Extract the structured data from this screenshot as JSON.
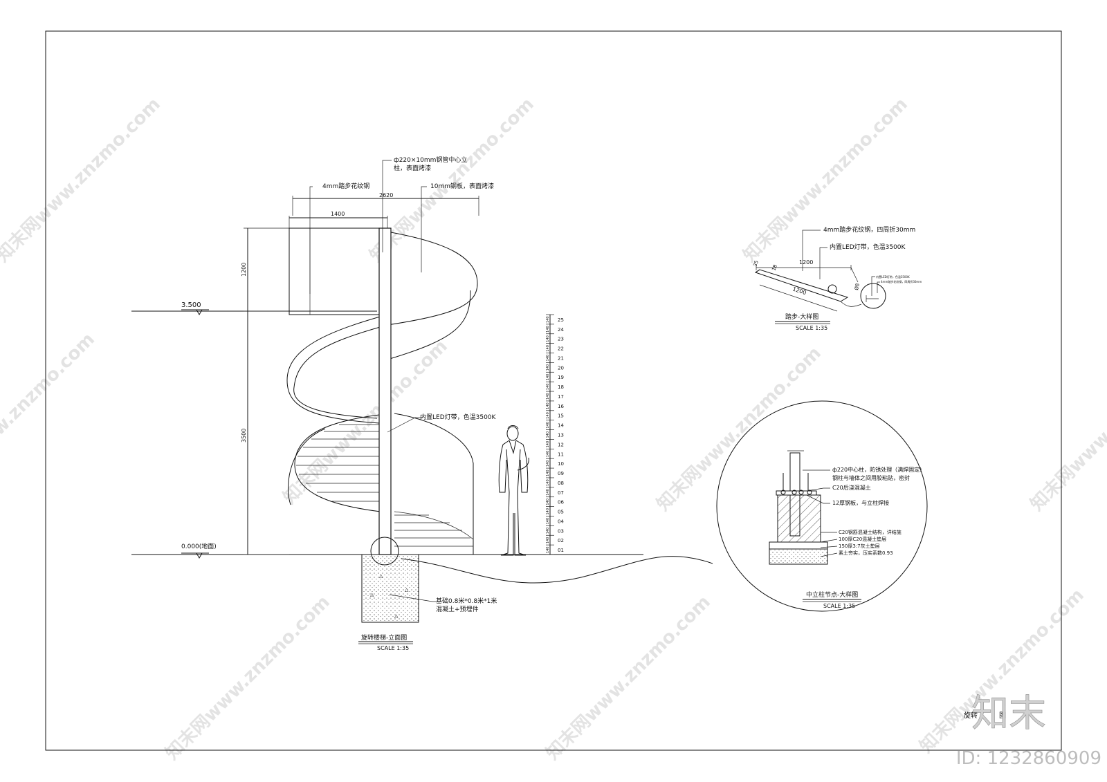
{
  "elevation": {
    "title": "旋转楼梯-立面图",
    "scale": "SCALE 1:35",
    "dims": {
      "total_width": "2620",
      "landing_width": "1400",
      "upper_height": "1200",
      "lower_height": "3500"
    },
    "levels": {
      "upper": "3.500",
      "ground": "0.000(地面)"
    },
    "notes": {
      "column_line1": "ф220×10mm钢管中心立",
      "column_line2": "柱，表面烤漆",
      "tread": "4mm踏步花纹钢",
      "plate": "10mm钢板，表面烤漆",
      "led": "内置LED灯带，色温3500K",
      "base_line1": "基础0.8米*0.8米*1米",
      "base_line2": "混凝土+预埋件"
    },
    "step_numbers": [
      "01",
      "02",
      "03",
      "04",
      "05",
      "06",
      "07",
      "08",
      "09",
      "10",
      "11",
      "12",
      "13",
      "14",
      "15",
      "16",
      "17",
      "18",
      "19",
      "20",
      "21",
      "22",
      "23",
      "24",
      "25"
    ],
    "step_height_label": "140"
  },
  "tread_detail": {
    "title": "踏步-大样图",
    "scale": "SCALE 1:35",
    "notes": {
      "tread": "4mm踏步花纹钢，四周折30mm",
      "led": "内置LED灯带，色温3500K"
    },
    "dims": {
      "top": "1200",
      "slope": "1200",
      "left": "35",
      "angle": "18",
      "right": "Ø8"
    },
    "mini_notes": [
      "内置LED灯带，色温3500K",
      "4mm踏步花纹钢，四周折30mm"
    ]
  },
  "column_detail": {
    "title": "中立柱节点-大样图",
    "scale": "SCALE 1:35",
    "notes": [
      "ф220中心柱，防锈处理（满焊固定）",
      "钢柱与墙体之间用胶粘贴，密封",
      "C20后浇混凝土",
      "12厚钢板，与立柱焊接",
      "C20钢筋混凝土结构，详结施",
      "100厚C20混凝土垫层",
      "150厚3:7灰土垫层",
      "素土夯实，压实系数0.93"
    ]
  },
  "hidden_title": {
    "prefix": "旋转",
    "suffix": "图"
  },
  "branding": {
    "logo": "知末",
    "id": "ID: 1232860909",
    "watermark": "知末网www.znzmo.com"
  }
}
